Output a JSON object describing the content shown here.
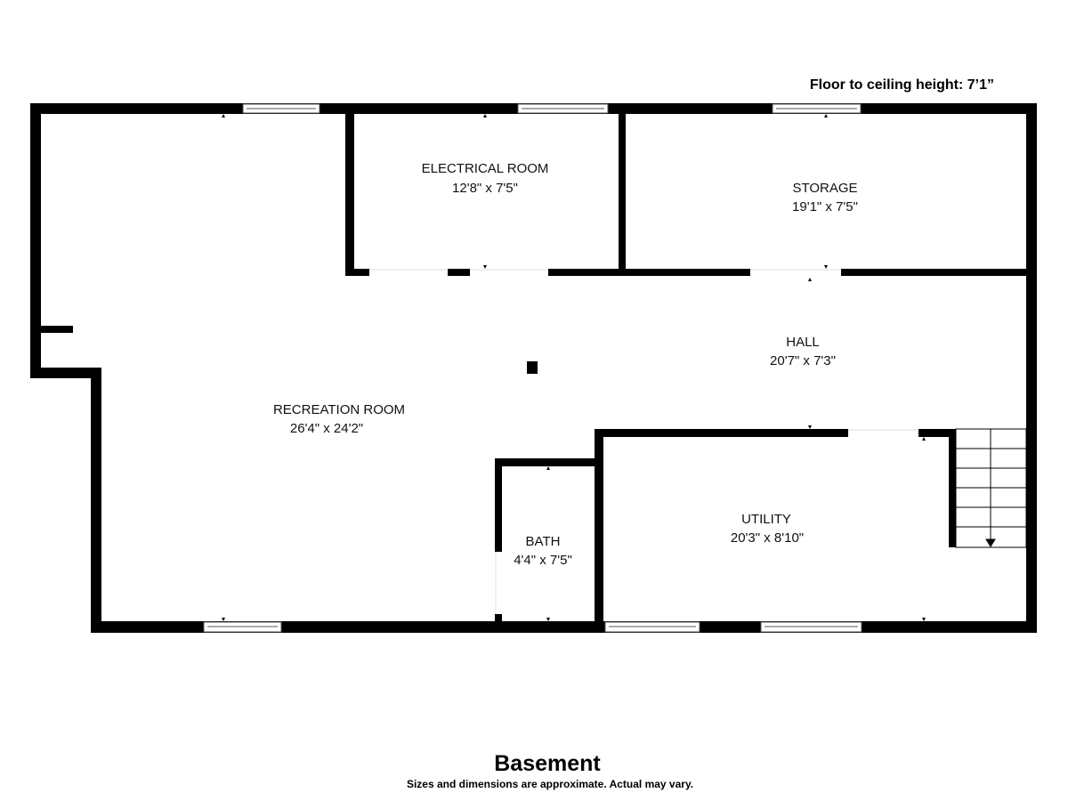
{
  "header": {
    "ceiling_height": "Floor to ceiling height: 7’1”"
  },
  "rooms": {
    "electrical": {
      "name": "ELECTRICAL ROOM",
      "dims": "12'8\" x 7'5\""
    },
    "storage": {
      "name": "STORAGE",
      "dims": "19'1\" x 7'5\""
    },
    "hall": {
      "name": "HALL",
      "dims": "20'7\" x 7'3\""
    },
    "recreation": {
      "name": "RECREATION ROOM",
      "dims": "26'4\" x 24'2\""
    },
    "bath": {
      "name": "BATH",
      "dims": "4'4\" x 7'5\""
    },
    "utility": {
      "name": "UTILITY",
      "dims": "20'3\" x 8'10\""
    }
  },
  "footer": {
    "title": "Basement",
    "disclaimer": "Sizes and dimensions are approximate. Actual may vary."
  },
  "colors": {
    "wall": "#000000",
    "background": "#ffffff"
  }
}
